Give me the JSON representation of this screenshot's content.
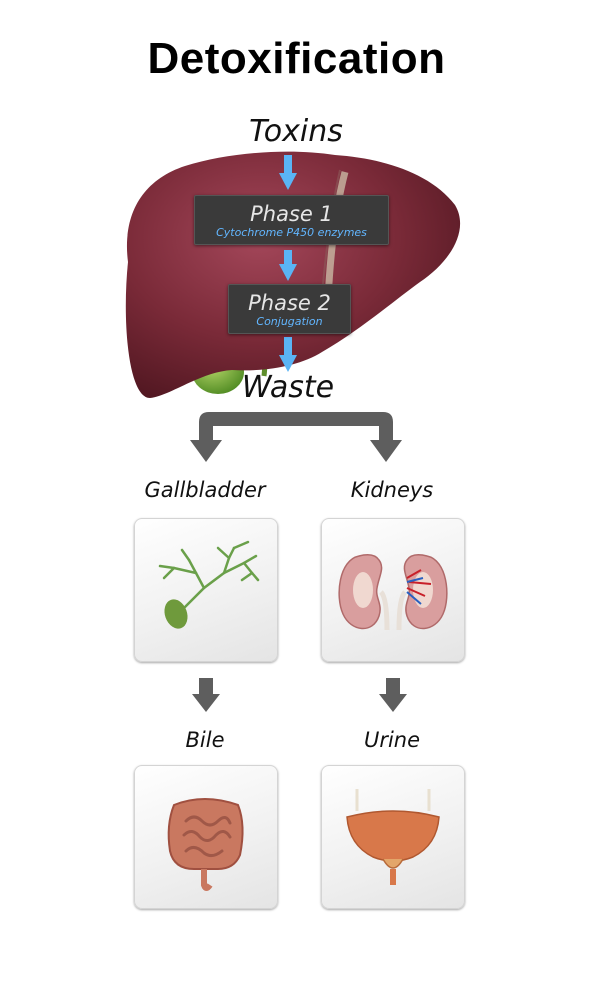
{
  "title": "Detoxification",
  "input_label": "Toxins",
  "phase1": {
    "title": "Phase 1",
    "subtitle": "Cytochrome P450 enzymes"
  },
  "phase2": {
    "title": "Phase 2",
    "subtitle": "Conjugation"
  },
  "output_label": "Waste",
  "branches": [
    {
      "organ": "Gallbladder",
      "product": "Bile"
    },
    {
      "organ": "Kidneys",
      "product": "Urine"
    }
  ],
  "colors": {
    "blue_arrow": "#5ab4f5",
    "gray_arrow": "#5e5e5e",
    "phase_box": "#3a3a3a",
    "subtitle_blue": "#62b6ff",
    "liver": "#7a2a38"
  }
}
